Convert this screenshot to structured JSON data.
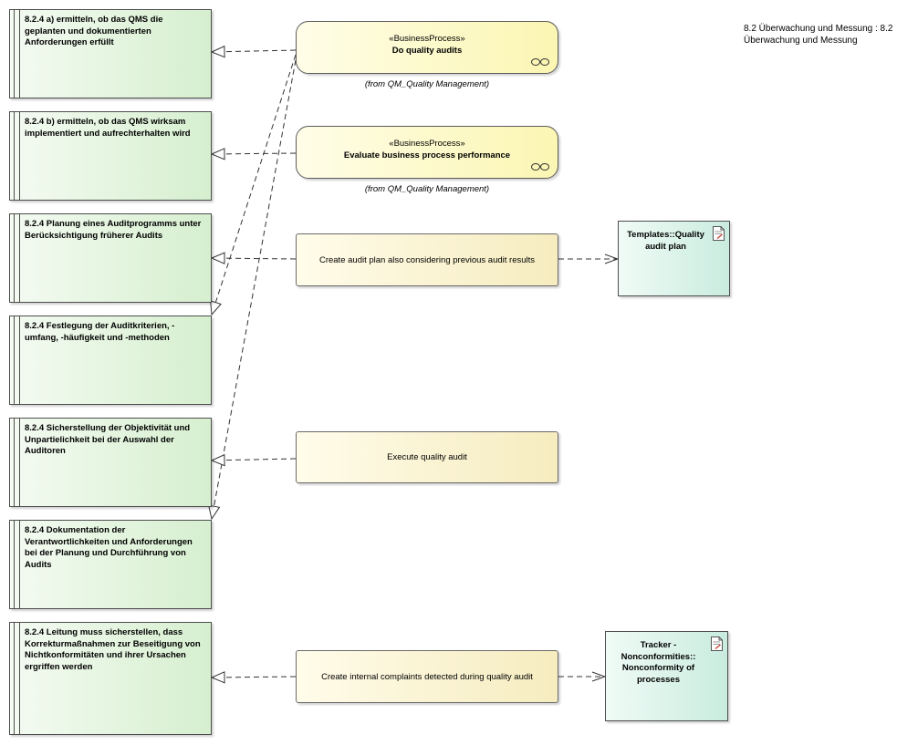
{
  "diagram": {
    "title": "8.2 Überwachung und Messung : 8.2 Überwachung und Messung"
  },
  "requirements": [
    {
      "id": "req-a",
      "text": "8.2.4 a) ermitteln, ob das QMS die geplanten und dokumentierten Anforderungen erfüllt"
    },
    {
      "id": "req-b",
      "text": "8.2.4 b) ermitteln, ob das QMS wirksam implementiert und aufrechterhalten wird"
    },
    {
      "id": "req-c",
      "text": "8.2.4 Planung eines Auditprogramms unter Berücksichtigung früherer Audits"
    },
    {
      "id": "req-d",
      "text": "8.2.4 Festlegung der Auditkriterien, -umfang, -häufigkeit und -methoden"
    },
    {
      "id": "req-e",
      "text": "8.2.4 Sicherstellung der Objektivität und Unpartielichkeit bei der Auswahl der Auditoren"
    },
    {
      "id": "req-f",
      "text": "8.2.4 Dokumentation der Verantwortlichkeiten und Anforderungen bei der Planung und Durchführung von Audits"
    },
    {
      "id": "req-g",
      "text": "8.2.4 Leitung muss sicherstellen, dass Korrekturmaßnahmen zur Beseitigung von Nichtkonformitäten und ihrer Ursachen ergriffen werden"
    }
  ],
  "business_processes": [
    {
      "id": "bp-audits",
      "stereotype": "«BusinessProcess»",
      "name": "Do quality audits",
      "from": "(from QM_Quality Management)"
    },
    {
      "id": "bp-evaluate",
      "stereotype": "«BusinessProcess»",
      "name": "Evaluate business process performance",
      "from": "(from QM_Quality Management)"
    }
  ],
  "activities": [
    {
      "id": "act-plan",
      "label": "Create audit plan also considering previous audit results"
    },
    {
      "id": "act-execute",
      "label": "Execute quality audit"
    },
    {
      "id": "act-complaints",
      "label": "Create internal complaints detected during quality audit"
    }
  ],
  "artifacts": [
    {
      "id": "art-template",
      "text": "Templates::Quality audit plan"
    },
    {
      "id": "art-tracker",
      "text": "Tracker - Nonconformities:: Nonconformity of processes"
    }
  ],
  "connectors": [
    {
      "from": "bp-audits",
      "to": "req-a",
      "kind": "realization"
    },
    {
      "from": "bp-audits",
      "to": "req-d",
      "kind": "realization"
    },
    {
      "from": "bp-audits",
      "to": "req-f",
      "kind": "realization"
    },
    {
      "from": "bp-evaluate",
      "to": "req-b",
      "kind": "realization"
    },
    {
      "from": "act-plan",
      "to": "req-c",
      "kind": "realization"
    },
    {
      "from": "act-execute",
      "to": "req-e",
      "kind": "realization"
    },
    {
      "from": "act-complaints",
      "to": "req-g",
      "kind": "realization"
    },
    {
      "from": "act-plan",
      "to": "art-template",
      "kind": "dependency"
    },
    {
      "from": "act-complaints",
      "to": "art-tracker",
      "kind": "dependency"
    }
  ],
  "colors": {
    "requirement_fill": "#d6efcf",
    "process_fill": "#fbf6b2",
    "activity_fill": "#f6ecbf",
    "artifact_fill": "#c9ecdf",
    "line": "#333333"
  }
}
